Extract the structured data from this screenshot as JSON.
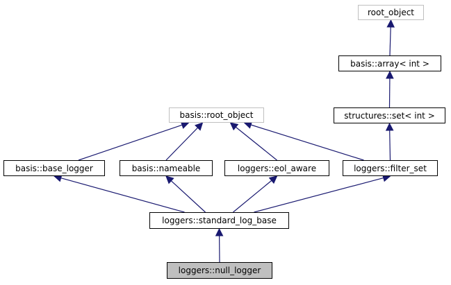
{
  "nodes": {
    "root_object": {
      "label": "root_object",
      "style": "external"
    },
    "basis_array": {
      "label": "basis::array< int >",
      "style": "normal"
    },
    "structures_set": {
      "label": "structures::set< int >",
      "style": "normal"
    },
    "basis_root_object": {
      "label": "basis::root_object",
      "style": "external"
    },
    "basis_base_logger": {
      "label": "basis::base_logger",
      "style": "normal"
    },
    "basis_nameable": {
      "label": "basis::nameable",
      "style": "normal"
    },
    "loggers_eol_aware": {
      "label": "loggers::eol_aware",
      "style": "normal"
    },
    "loggers_filter_set": {
      "label": "loggers::filter_set",
      "style": "normal"
    },
    "loggers_standard_log_base": {
      "label": "loggers::standard_log_base",
      "style": "normal"
    },
    "loggers_null_logger": {
      "label": "loggers::null_logger",
      "style": "current"
    }
  },
  "edges": [
    {
      "from": "basis_array",
      "to": "root_object"
    },
    {
      "from": "structures_set",
      "to": "basis_array"
    },
    {
      "from": "loggers_filter_set",
      "to": "structures_set"
    },
    {
      "from": "basis_base_logger",
      "to": "basis_root_object"
    },
    {
      "from": "basis_nameable",
      "to": "basis_root_object"
    },
    {
      "from": "loggers_eol_aware",
      "to": "basis_root_object"
    },
    {
      "from": "loggers_filter_set",
      "to": "basis_root_object"
    },
    {
      "from": "loggers_standard_log_base",
      "to": "basis_base_logger"
    },
    {
      "from": "loggers_standard_log_base",
      "to": "basis_nameable"
    },
    {
      "from": "loggers_standard_log_base",
      "to": "loggers_eol_aware"
    },
    {
      "from": "loggers_standard_log_base",
      "to": "loggers_filter_set"
    },
    {
      "from": "loggers_null_logger",
      "to": "loggers_standard_log_base"
    }
  ],
  "colors": {
    "edge": "#191970",
    "external_border": "#bfbfbf",
    "current_fill": "#bfbfbf"
  }
}
